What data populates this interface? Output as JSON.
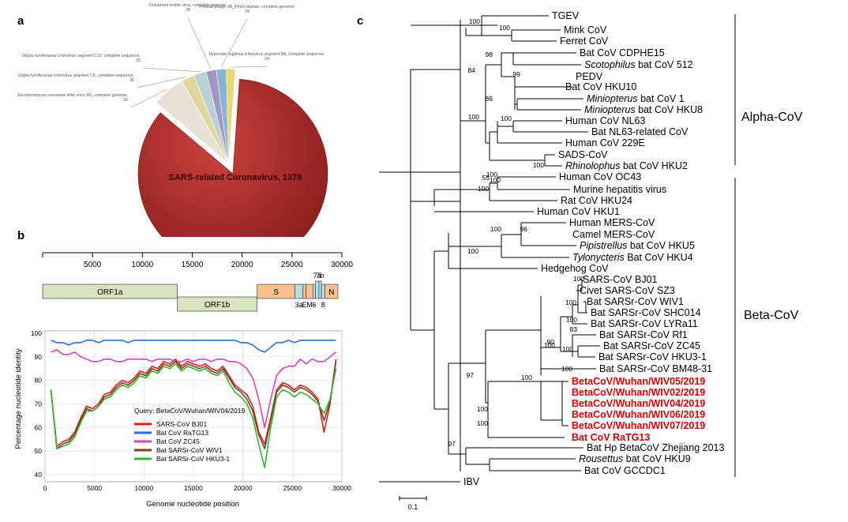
{
  "panels": {
    "a": "a",
    "b": "b",
    "c": "c"
  },
  "pie": {
    "center_label": "SARS-related Coronavirus, 1378",
    "slices": [
      {
        "label": "Saccharomyces cerevisiae killer virus M1, complete genome, 92",
        "value": 92,
        "color": "#e9e1d6"
      },
      {
        "label": "Glypta fumiferanae ichnovirus segment C9, complete sequence, 36",
        "value": 36,
        "color": "#dfd79a"
      },
      {
        "label": "Glypta fumiferanae ichnovirus segment C10, complete sequence, 35",
        "value": 35,
        "color": "#b9d1d4"
      },
      {
        "label": "Dubamara mottle virus, complete genome, 28",
        "value": 28,
        "color": "#a496c4"
      },
      {
        "label": "Proteus phage VB_PmiS-Isfahan, complete genome, 28",
        "value": 28,
        "color": "#8bb3d8"
      },
      {
        "label": "Hyposoter fugitivus ichnovirus segment B5, complete sequence, 24",
        "value": 24,
        "color": "#e8d86e"
      }
    ],
    "main_value": 1378,
    "main_color": "#a52a2a"
  },
  "genome": {
    "ticks": [
      5000,
      10000,
      15000,
      20000,
      25000,
      30000
    ],
    "tick_labels": [
      "5000",
      "10000",
      "15000",
      "20000",
      "25000",
      "30000"
    ],
    "range": [
      0,
      30000
    ],
    "orfs": [
      {
        "name": "ORF1a",
        "start": 0,
        "end": 13500,
        "row": "top",
        "color": "#d7e4bd"
      },
      {
        "name": "ORF1b",
        "start": 13500,
        "end": 21500,
        "row": "bottom",
        "color": "#d7e4bd"
      },
      {
        "name": "S",
        "start": 21500,
        "end": 25300,
        "row": "top",
        "color": "#fac090"
      },
      {
        "name": "3a",
        "start": 25300,
        "end": 26100,
        "row": "top",
        "color": "#b7dee8"
      },
      {
        "name": "E",
        "start": 26100,
        "end": 26400,
        "row": "top",
        "color": "#fac090"
      },
      {
        "name": "M",
        "start": 26400,
        "end": 27100,
        "row": "top",
        "color": "#fac090"
      },
      {
        "name": "6",
        "start": 27100,
        "end": 27350,
        "row": "top",
        "color": "#b7dee8"
      },
      {
        "name": "7a",
        "start": 27350,
        "end": 27700,
        "row": "raised",
        "color": "#b7dee8"
      },
      {
        "name": "7b",
        "start": 27700,
        "end": 27950,
        "row": "raised",
        "color": "#b7dee8"
      },
      {
        "name": "8",
        "start": 27950,
        "end": 28300,
        "row": "top",
        "color": "#b7dee8"
      },
      {
        "name": "N",
        "start": 28300,
        "end": 29600,
        "row": "top",
        "color": "#fac090"
      }
    ]
  },
  "chart_data": {
    "type": "line",
    "xlabel": "Genome nucleotide position",
    "ylabel": "Percentage nucleotide identity",
    "xlim": [
      0,
      30000
    ],
    "ylim": [
      37,
      101
    ],
    "xticks": [
      0,
      5000,
      10000,
      15000,
      20000,
      25000,
      30000
    ],
    "yticks": [
      40,
      50,
      60,
      70,
      80,
      90,
      100
    ],
    "legend_title": "Query: BetaCoV/Wuhan/WIV04/2019",
    "grid": true,
    "series": [
      {
        "name": "SARS-CoV BJ01",
        "color": "#e31a1c",
        "x": [
          600,
          1200,
          1800,
          2400,
          3000,
          3600,
          4200,
          4800,
          5400,
          6000,
          6600,
          7200,
          7800,
          8400,
          9000,
          9600,
          10200,
          10800,
          11400,
          12000,
          12600,
          13200,
          13800,
          14400,
          15000,
          15600,
          16200,
          16800,
          17400,
          18000,
          18600,
          19200,
          19800,
          20400,
          21000,
          21600,
          22200,
          22800,
          23400,
          24000,
          24600,
          25200,
          25800,
          26400,
          27000,
          27600,
          28200,
          28800,
          29400
        ],
        "y": [
          76,
          52,
          54,
          55,
          58,
          64,
          69,
          68,
          70,
          74,
          75,
          78,
          80,
          79,
          81,
          84,
          83,
          86,
          85,
          88,
          87,
          89,
          86,
          88,
          87,
          86,
          87,
          85,
          84,
          86,
          82,
          78,
          76,
          74,
          69,
          58,
          53,
          64,
          76,
          79,
          78,
          76,
          78,
          77,
          75,
          72,
          58,
          70,
          89
        ]
      },
      {
        "name": "Bat CoV RaTG13",
        "color": "#2d6fd1",
        "x": [
          600,
          1200,
          1800,
          2400,
          3000,
          3600,
          4200,
          4800,
          5400,
          6000,
          6600,
          7200,
          7800,
          8400,
          9000,
          9600,
          10200,
          10800,
          11400,
          12000,
          12600,
          13200,
          13800,
          14400,
          15000,
          15600,
          16200,
          16800,
          17400,
          18000,
          18600,
          19200,
          19800,
          20400,
          21000,
          21600,
          22200,
          22800,
          23400,
          24000,
          24600,
          25200,
          25800,
          26400,
          27000,
          27600,
          28200,
          28800,
          29400
        ],
        "y": [
          97,
          96,
          96,
          95,
          96,
          96,
          97,
          97,
          96,
          97,
          97,
          97,
          97,
          96,
          97,
          97,
          97,
          97,
          97,
          97,
          97,
          97,
          97,
          97,
          97,
          97,
          97,
          97,
          97,
          97,
          97,
          97,
          96,
          96,
          95,
          93,
          92,
          94,
          96,
          96,
          97,
          96,
          97,
          97,
          97,
          97,
          97,
          97,
          97
        ]
      },
      {
        "name": "Bat CoV ZC45",
        "color": "#e43fb4",
        "x": [
          600,
          1200,
          1800,
          2400,
          3000,
          3600,
          4200,
          4800,
          5400,
          6000,
          6600,
          7200,
          7800,
          8400,
          9000,
          9600,
          10200,
          10800,
          11400,
          12000,
          12600,
          13200,
          13800,
          14400,
          15000,
          15600,
          16200,
          16800,
          17400,
          18000,
          18600,
          19200,
          19800,
          20400,
          21000,
          21600,
          22200,
          22800,
          23400,
          24000,
          24600,
          25200,
          25800,
          26400,
          27000,
          27600,
          28200,
          28800,
          29400
        ],
        "y": [
          92,
          93,
          91,
          91,
          92,
          90,
          89,
          88,
          88,
          89,
          89,
          88,
          88,
          89,
          89,
          89,
          89,
          88,
          89,
          89,
          89,
          88,
          88,
          89,
          88,
          89,
          89,
          88,
          89,
          89,
          88,
          88,
          87,
          85,
          81,
          72,
          60,
          72,
          82,
          85,
          86,
          86,
          89,
          87,
          89,
          88,
          88,
          90,
          92
        ]
      },
      {
        "name": "Bat SARSr-CoV WIV1",
        "color": "#7b3f1d",
        "x": [
          600,
          1200,
          1800,
          2400,
          3000,
          3600,
          4200,
          4800,
          5400,
          6000,
          6600,
          7200,
          7800,
          8400,
          9000,
          9600,
          10200,
          10800,
          11400,
          12000,
          12600,
          13200,
          13800,
          14400,
          15000,
          15600,
          16200,
          16800,
          17400,
          18000,
          18600,
          19200,
          19800,
          20400,
          21000,
          21600,
          22200,
          22800,
          23400,
          24000,
          24600,
          25200,
          25800,
          26400,
          27000,
          27600,
          28200,
          28800,
          29400
        ],
        "y": [
          76,
          51,
          53,
          54,
          57,
          63,
          68,
          67,
          69,
          73,
          74,
          77,
          79,
          78,
          80,
          83,
          82,
          85,
          84,
          87,
          86,
          88,
          85,
          87,
          86,
          85,
          86,
          84,
          83,
          85,
          81,
          77,
          75,
          72,
          67,
          57,
          51,
          63,
          75,
          78,
          77,
          75,
          77,
          76,
          74,
          71,
          63,
          71,
          88
        ]
      },
      {
        "name": "Bat SARSr-CoV HKU3-1",
        "color": "#2eb82e",
        "x": [
          600,
          1200,
          1800,
          2400,
          3000,
          3600,
          4200,
          4800,
          5400,
          6000,
          6600,
          7200,
          7800,
          8400,
          9000,
          9600,
          10200,
          10800,
          11400,
          12000,
          12600,
          13200,
          13800,
          14400,
          15000,
          15600,
          16200,
          16800,
          17400,
          18000,
          18600,
          19200,
          19800,
          20400,
          21000,
          21600,
          22200,
          22800,
          23400,
          24000,
          24600,
          25200,
          25800,
          26400,
          27000,
          27600,
          28200,
          28800,
          29400
        ],
        "y": [
          76,
          51,
          52,
          53,
          56,
          62,
          67,
          67,
          69,
          72,
          73,
          76,
          78,
          77,
          79,
          82,
          81,
          84,
          83,
          86,
          85,
          87,
          84,
          86,
          85,
          84,
          85,
          83,
          82,
          84,
          79,
          75,
          73,
          70,
          64,
          53,
          43,
          60,
          73,
          76,
          75,
          73,
          75,
          74,
          72,
          70,
          66,
          72,
          85
        ]
      }
    ]
  },
  "tree": {
    "scale_label": "0.1",
    "clades": [
      {
        "name": "Alpha-CoV"
      },
      {
        "name": "Beta-CoV"
      }
    ],
    "leaves": [
      {
        "parts": [
          {
            "t": "TGEV"
          }
        ]
      },
      {
        "parts": [
          {
            "t": "Mink CoV"
          }
        ]
      },
      {
        "parts": [
          {
            "t": "Ferret CoV"
          }
        ]
      },
      {
        "parts": [
          {
            "t": "Bat CoV CDPHE15"
          }
        ]
      },
      {
        "parts": [
          {
            "t": "Scotophilus",
            "i": true
          },
          {
            "t": " bat CoV 512"
          }
        ]
      },
      {
        "parts": [
          {
            "t": "PEDV"
          }
        ]
      },
      {
        "parts": [
          {
            "t": "Bat CoV HKU10"
          }
        ]
      },
      {
        "parts": [
          {
            "t": "Miniopterus",
            "i": true
          },
          {
            "t": " bat CoV 1"
          }
        ]
      },
      {
        "parts": [
          {
            "t": "Miniopterus",
            "i": true
          },
          {
            "t": " bat CoV HKU8"
          }
        ]
      },
      {
        "parts": [
          {
            "t": "Human CoV NL63"
          }
        ]
      },
      {
        "parts": [
          {
            "t": "Bat NL63-related CoV"
          }
        ]
      },
      {
        "parts": [
          {
            "t": "Human CoV 229E"
          }
        ]
      },
      {
        "parts": [
          {
            "t": "SADS-CoV"
          }
        ]
      },
      {
        "parts": [
          {
            "t": "Rhinolophus",
            "i": true
          },
          {
            "t": " bat CoV HKU2"
          }
        ]
      },
      {
        "parts": [
          {
            "t": "Human CoV OC43"
          }
        ]
      },
      {
        "parts": [
          {
            "t": "Murine hepatitis virus"
          }
        ]
      },
      {
        "parts": [
          {
            "t": "Rat CoV HKU24"
          }
        ]
      },
      {
        "parts": [
          {
            "t": "Human CoV HKU1"
          }
        ]
      },
      {
        "parts": [
          {
            "t": "Human MERS-CoV"
          }
        ]
      },
      {
        "parts": [
          {
            "t": "Camel MERS-CoV"
          }
        ]
      },
      {
        "parts": [
          {
            "t": "Pipistrellus",
            "i": true
          },
          {
            "t": " bat CoV HKU5"
          }
        ]
      },
      {
        "parts": [
          {
            "t": "Tylonycteris",
            "i": true
          },
          {
            "t": " Bat CoV HKU4"
          }
        ]
      },
      {
        "parts": [
          {
            "t": "Hedgehog CoV"
          }
        ]
      },
      {
        "parts": [
          {
            "t": "SARS-CoV BJ01"
          }
        ]
      },
      {
        "parts": [
          {
            "t": "Civet SARS-CoV SZ3"
          }
        ]
      },
      {
        "parts": [
          {
            "t": "Bat SARSr-CoV WIV1"
          }
        ]
      },
      {
        "parts": [
          {
            "t": "Bat SARSr-CoV SHC014"
          }
        ]
      },
      {
        "parts": [
          {
            "t": "Bat SARSr-CoV LYRa11"
          }
        ]
      },
      {
        "parts": [
          {
            "t": "Bat SARSr-CoV Rf1"
          }
        ]
      },
      {
        "parts": [
          {
            "t": "Bat SARSr-CoV ZC45"
          }
        ]
      },
      {
        "parts": [
          {
            "t": "Bat SARSr-CoV HKU3-1"
          }
        ]
      },
      {
        "parts": [
          {
            "t": "Bat SARSr-CoV BM48-31"
          }
        ]
      },
      {
        "parts": [
          {
            "t": "BetaCoV/Wuhan/WIV05/2019"
          }
        ],
        "hl": true
      },
      {
        "parts": [
          {
            "t": "BetaCoV/Wuhan/WIV02/2019"
          }
        ],
        "hl": true
      },
      {
        "parts": [
          {
            "t": "BetaCoV/Wuhan/WIV04/2019"
          }
        ],
        "hl": true
      },
      {
        "parts": [
          {
            "t": "BetaCoV/Wuhan/WIV06/2019"
          }
        ],
        "hl": true
      },
      {
        "parts": [
          {
            "t": "BetaCoV/Wuhan/WIV07/2019"
          }
        ],
        "hl": true
      },
      {
        "parts": [
          {
            "t": "Bat CoV RaTG13"
          }
        ],
        "hl": true
      },
      {
        "parts": [
          {
            "t": "Bat Hp BetaCoV Zhejiang 2013"
          }
        ]
      },
      {
        "parts": [
          {
            "t": "Rousettus",
            "i": true
          },
          {
            "t": " bat CoV HKU9"
          }
        ]
      },
      {
        "parts": [
          {
            "t": "Bat CoV GCCDC1"
          }
        ]
      },
      {
        "parts": [
          {
            "t": "IBV"
          }
        ]
      }
    ],
    "bootstrap": [
      "100",
      "100",
      "98",
      "99",
      "84",
      "86",
      "100",
      "100",
      "100",
      "100",
      "55",
      "100",
      "100",
      "96",
      "100",
      "100",
      "100",
      "100",
      "100",
      "83",
      "90",
      "100",
      "100",
      "100",
      "100",
      "97",
      "97",
      "100",
      "100"
    ],
    "highlight_color": "#e00000"
  }
}
